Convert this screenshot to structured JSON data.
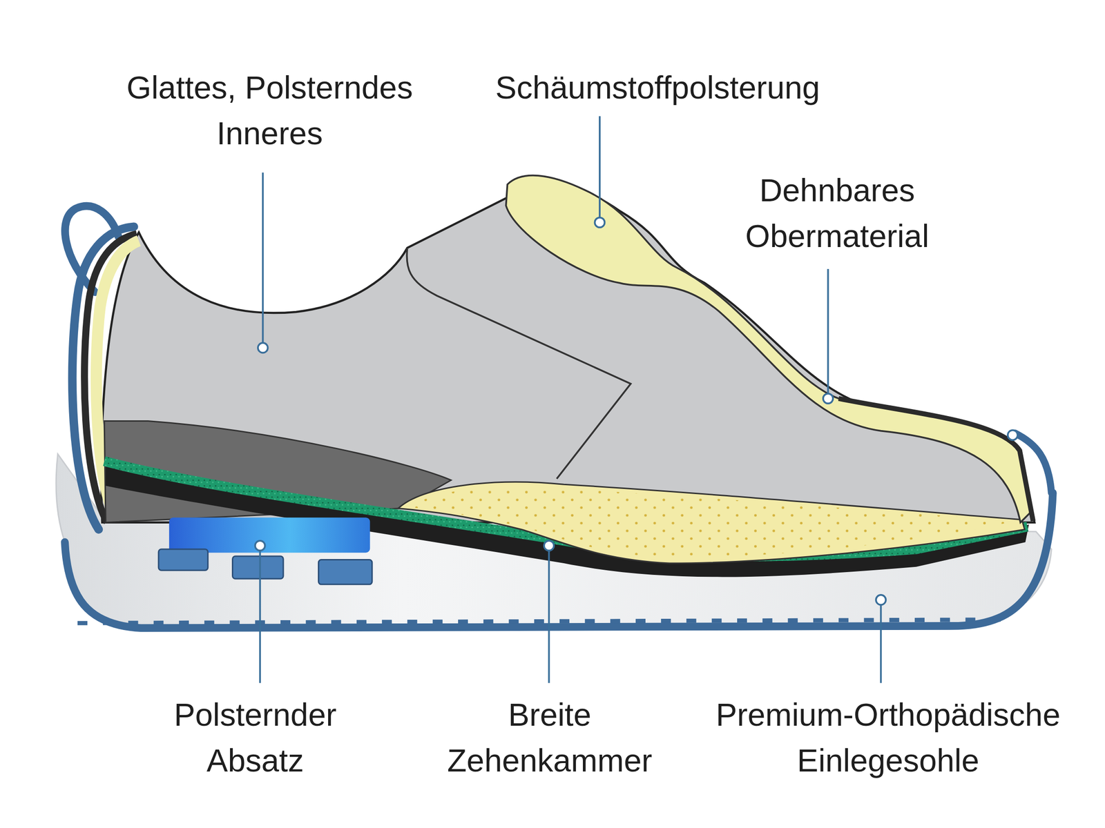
{
  "diagram": {
    "labels": [
      "Glattes, Polsterndes Inneres",
      "Schäumstoffpolsterung",
      "Dehnbares Obermaterial",
      "Polsternder Absatz",
      "Breite Zehenkammer",
      "Premium-Orthopädische Einlegesohle"
    ]
  }
}
